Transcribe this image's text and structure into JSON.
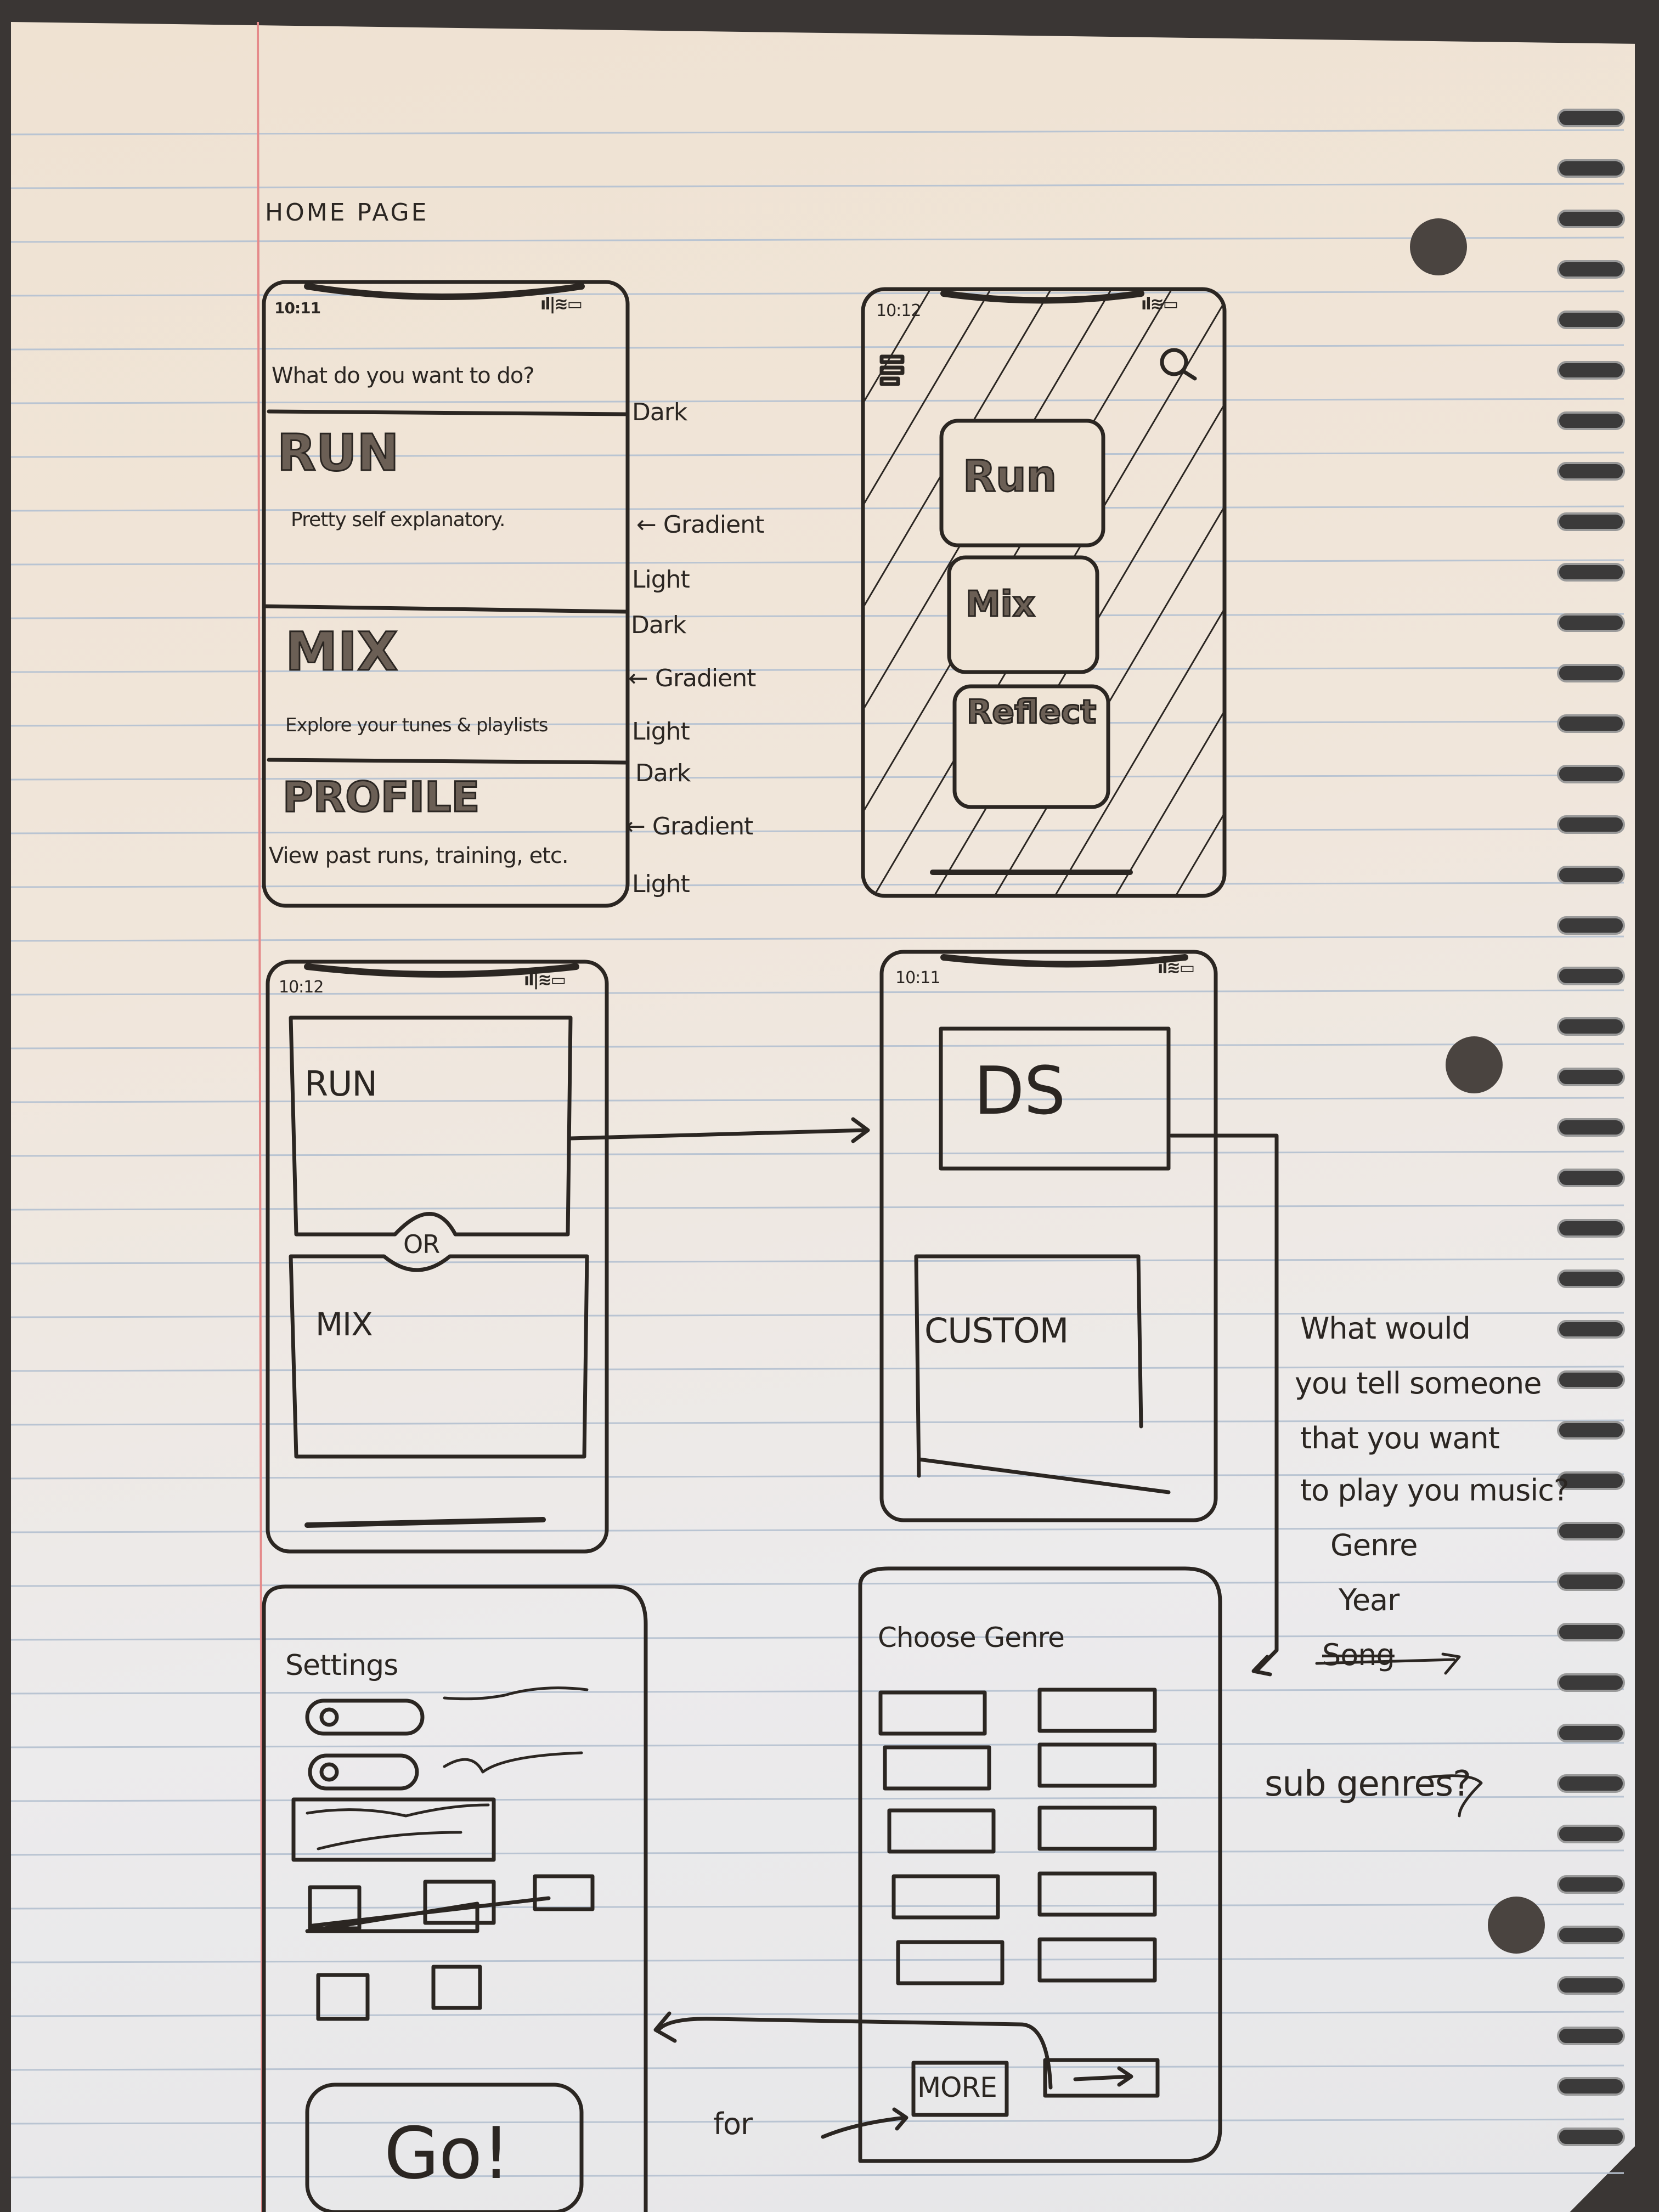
{
  "page_title": "HOME PAGE",
  "screens": {
    "home_list": {
      "time": "10:11",
      "prompt": "What do you want to do?",
      "sections": [
        {
          "title": "RUN",
          "desc": "Pretty self explanatory."
        },
        {
          "title": "MIX",
          "desc": "Explore your tunes & playlists"
        },
        {
          "title": "PROFILE",
          "desc": "View past runs, training, etc."
        }
      ],
      "side_notes": [
        {
          "top": "Dark",
          "middle": "← Gradient",
          "bottom": "Light"
        },
        {
          "top": "Dark",
          "middle": "← Gradient",
          "bottom": "Light"
        },
        {
          "top": "Dark",
          "middle": "← Gradient",
          "bottom": "Light"
        }
      ]
    },
    "home_alt": {
      "time": "10:12",
      "icons": [
        "menu-icon",
        "search-icon"
      ],
      "buttons": [
        "Run",
        "Mix",
        "Reflect"
      ]
    },
    "run_or_mix": {
      "time": "10:12",
      "options": [
        "RUN",
        "MIX"
      ],
      "separator": "OR"
    },
    "run_type": {
      "time": "10:11",
      "options": [
        "DS",
        "CUSTOM"
      ]
    },
    "settings": {
      "title": "Settings",
      "go_label": "Go!"
    },
    "choose_genre": {
      "title": "Choose Genre",
      "more_label": "MORE",
      "next_icon": "arrow-right-icon"
    }
  },
  "notes": {
    "question": [
      "What would",
      "you tell someone",
      "that you want",
      "to play you music?"
    ],
    "options": [
      "Genre",
      "Year",
      "Song"
    ],
    "sub_genres": "sub genres?",
    "for_label": "for"
  },
  "colors": {
    "ink": "#2b2622",
    "margin_line": "#e58a8a",
    "rule_line": "#b9c4d2",
    "paper": "#efe4d6"
  }
}
